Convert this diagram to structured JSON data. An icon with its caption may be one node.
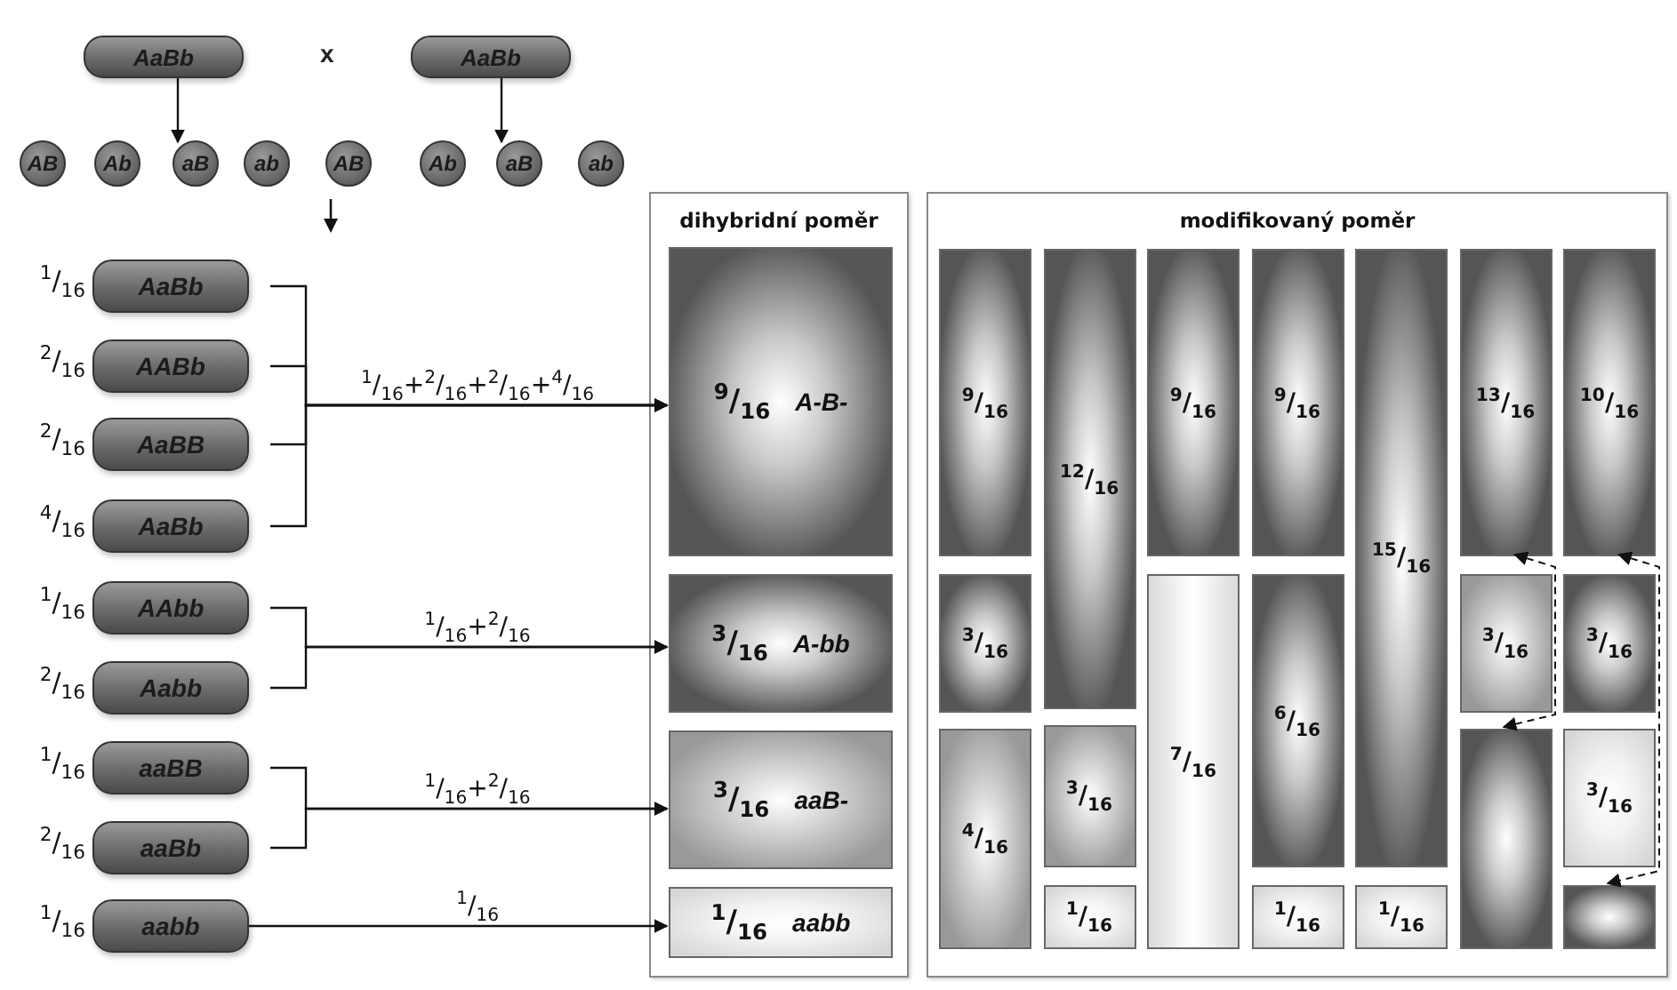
{
  "diagram": {
    "nodes": [
      {
        "text": [
          "AaBb"
        ]
      },
      {
        "text": [
          "AaBb"
        ]
      },
      {
        "text": [
          "AB"
        ]
      },
      {
        "text": [
          "Ab"
        ]
      },
      {
        "text": [
          "aB"
        ]
      },
      {
        "text": [
          "ab"
        ]
      },
      {
        "text": [
          "AB"
        ]
      },
      {
        "text": [
          "Ab"
        ]
      },
      {
        "text": [
          "aB"
        ]
      },
      {
        "text": [
          "ab"
        ]
      },
      {
        "text": [
          "AaBb"
        ],
        "beside": [
          "$^{1}$/$_{16}$"
        ]
      },
      {
        "text": [
          "AABb"
        ],
        "beside": [
          "$^{2}$/$_{16}$"
        ]
      },
      {
        "text": [
          "AaBB"
        ],
        "beside": [
          "$^{2}$/$_{16}$"
        ]
      },
      {
        "text": [
          "AaBb"
        ],
        "beside": [
          "$^{4}$/$_{16}$"
        ]
      },
      {
        "text": [
          "AAbb"
        ],
        "beside": [
          "$^{1}$/$_{16}$"
        ]
      },
      {
        "text": [
          "Aabb"
        ],
        "beside": [
          "$^{2}$/$_{16}$"
        ]
      },
      {
        "text": [
          "aaBB"
        ],
        "beside": [
          "$^{1}$/$_{16}$"
        ]
      },
      {
        "text": [
          "aaBb"
        ],
        "beside": [
          "$^{2}$/$_{16}$"
        ]
      },
      {
        "text": [
          "aabb"
        ],
        "beside": [
          "$^{1}$/$_{16}$"
        ]
      },
      {
        "text": [
          "dihybridní poměr"
        ]
      },
      {
        "text": [
          "$^{9}$/$_{16}$",
          "A-B-"
        ],
        "in": 19
      },
      {
        "text": [
          "$^{3}$/$_{16}$",
          "A-bb"
        ],
        "in": 19
      },
      {
        "text": [
          "$^{3}$/$_{16}$",
          "aaB-"
        ],
        "in": 19
      },
      {
        "text": [
          "$^{1}$/$_{16}$",
          "aabb"
        ],
        "in": 19
      },
      {
        "text": [
          "modifikovaný poměr"
        ]
      },
      {
        "text": [
          "$^{9}$/$_{16}$"
        ],
        "in": 24
      },
      {
        "text": [
          "$^{3}$/$_{16}$"
        ],
        "in": 24
      },
      {
        "text": [
          "$^{4}$/$_{16}$"
        ],
        "in": 24
      },
      {
        "text": [
          "$^{12}$/$_{16}$"
        ],
        "in": 24
      },
      {
        "text": [
          "$^{3}$/$_{16}$"
        ],
        "in": 24
      },
      {
        "text": [
          "$^{1}$/$_{16}$"
        ],
        "in": 24
      },
      {
        "text": [
          "$^{9}$/$_{16}$"
        ],
        "in": 24
      },
      {
        "text": [
          "$^{7}$/$_{16}$"
        ],
        "in": 24
      },
      {
        "text": [
          "$^{9}$/$_{16}$"
        ],
        "in": 24
      },
      {
        "text": [
          "$^{6}$/$_{16}$"
        ],
        "in": 24
      },
      {
        "text": [
          "$^{1}$/$_{16}$"
        ],
        "in": 24
      },
      {
        "text": [
          "$^{15}$/$_{16}$"
        ],
        "in": 24
      },
      {
        "text": [
          "$^{1}$/$_{16}$"
        ],
        "in": 24
      },
      {
        "text": [
          "$^{13}$/$_{16}$"
        ],
        "in": 24
      },
      {
        "text": [
          "$^{3}$/$_{16}$"
        ],
        "in": 24
      },
      {
        "text": [],
        "shape": "box",
        "in": 24
      },
      {
        "text": [
          "$^{10}$/$_{16}$"
        ],
        "in": 24
      },
      {
        "text": [
          "$^{3}$/$_{16}$"
        ],
        "in": 24
      },
      {
        "text": [
          "$^{3}$/$_{16}$"
        ],
        "in": 24
      },
      {
        "text": [],
        "shape": "box",
        "in": 24
      }
    ],
    "edges": [
      {
        "from": 0,
        "to": 4,
        "arrow": "to"
      },
      {
        "from": 1,
        "to": 8,
        "arrow": "to"
      },
      {
        "from": 10,
        "to": 20,
        "arrow": "to",
        "label": "$^{1}$/$_{16}$+$^{2}$/$_{16}$+$^{2}$/$_{16}$+$^{4}$/$_{16}$"
      },
      {
        "from": 11,
        "to": 20,
        "arrow": "to"
      },
      {
        "from": 12,
        "to": 20,
        "arrow": "to"
      },
      {
        "from": 13,
        "to": 20,
        "arrow": "to"
      },
      {
        "from": 14,
        "to": 21,
        "arrow": "to",
        "label": "$^{1}$/$_{16}$+$^{2}$/$_{16}$"
      },
      {
        "from": 15,
        "to": 21,
        "arrow": "to"
      },
      {
        "from": 16,
        "to": 22,
        "arrow": "to",
        "label": "$^{1}$/$_{16}$+$^{2}$/$_{16}$"
      },
      {
        "from": 17,
        "to": 22,
        "arrow": "to"
      },
      {
        "from": 18,
        "to": 23,
        "arrow": "to",
        "label": "$^{1}$/$_{16}$"
      },
      {
        "from": 38,
        "to": 40,
        "arrow": "both",
        "style": "dashed"
      },
      {
        "from": 41,
        "to": 44,
        "arrow": "both",
        "style": "dashed"
      }
    ],
    "labels": [
      "x"
    ]
  }
}
